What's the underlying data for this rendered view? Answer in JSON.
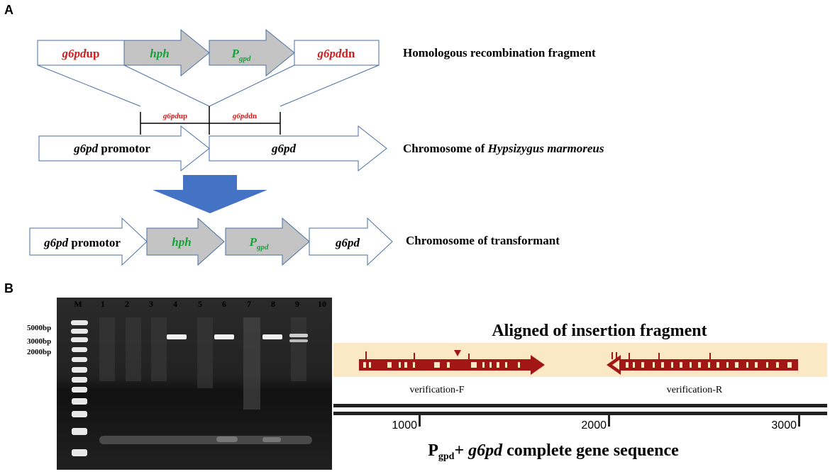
{
  "panel_a": {
    "label": "A",
    "row1": {
      "boxes": [
        {
          "main": "g6pd",
          "suffix": "up",
          "sub": ""
        },
        {
          "main": "hph",
          "suffix": "",
          "sub": ""
        },
        {
          "main": "P",
          "suffix": "",
          "sub": "gpd"
        },
        {
          "main": "g6pd",
          "suffix": "dn",
          "sub": ""
        }
      ],
      "caption": "Homologous recombination fragment"
    },
    "markers": [
      {
        "main": "g6pd",
        "suffix": "up"
      },
      {
        "main": "g6pd",
        "suffix": "dn"
      }
    ],
    "row2": {
      "boxes": [
        {
          "main": "g6pd",
          "suffix": " promotor"
        },
        {
          "main": "g6pd",
          "suffix": ""
        }
      ],
      "caption_plain": "Chromosome of ",
      "caption_italic": "Hypsizygus marmoreus"
    },
    "row3": {
      "boxes": [
        {
          "main": "g6pd",
          "suffix": " promotor",
          "sub": ""
        },
        {
          "main": "hph",
          "suffix": "",
          "sub": ""
        },
        {
          "main": "P",
          "suffix": "",
          "sub": "gpd"
        },
        {
          "main": "g6pd",
          "suffix": "",
          "sub": ""
        }
      ],
      "caption": "Chromosome of transformant"
    },
    "colors": {
      "outline": "#4a6fa5",
      "gray_fill": "#c4c4c4",
      "red": "#cc1f1f",
      "green": "#1aa23a",
      "big_arrow": "#4472c4"
    }
  },
  "panel_b": {
    "label": "B",
    "gel": {
      "lanes": [
        "M",
        "1",
        "2",
        "3",
        "4",
        "5",
        "6",
        "7",
        "8",
        "9",
        "10"
      ],
      "ladder": [
        "5000bp",
        "3000bp",
        "2000bp"
      ],
      "bands_in_lanes": [
        "4",
        "6",
        "8",
        "9"
      ]
    },
    "alignment": {
      "title": "Aligned of insertion fragment",
      "reads": [
        "verification-F",
        "verification-R"
      ],
      "ticks": [
        "1000",
        "2000",
        "3000"
      ],
      "seq_caption_p": "P",
      "seq_caption_sub": "gpd",
      "seq_caption_plus": "+ ",
      "seq_caption_gene": "g6pd",
      "seq_caption_rest": " complete gene sequence",
      "colors": {
        "band": "#fbe8c4",
        "read": "#a31616",
        "axis": "#222222"
      }
    }
  }
}
